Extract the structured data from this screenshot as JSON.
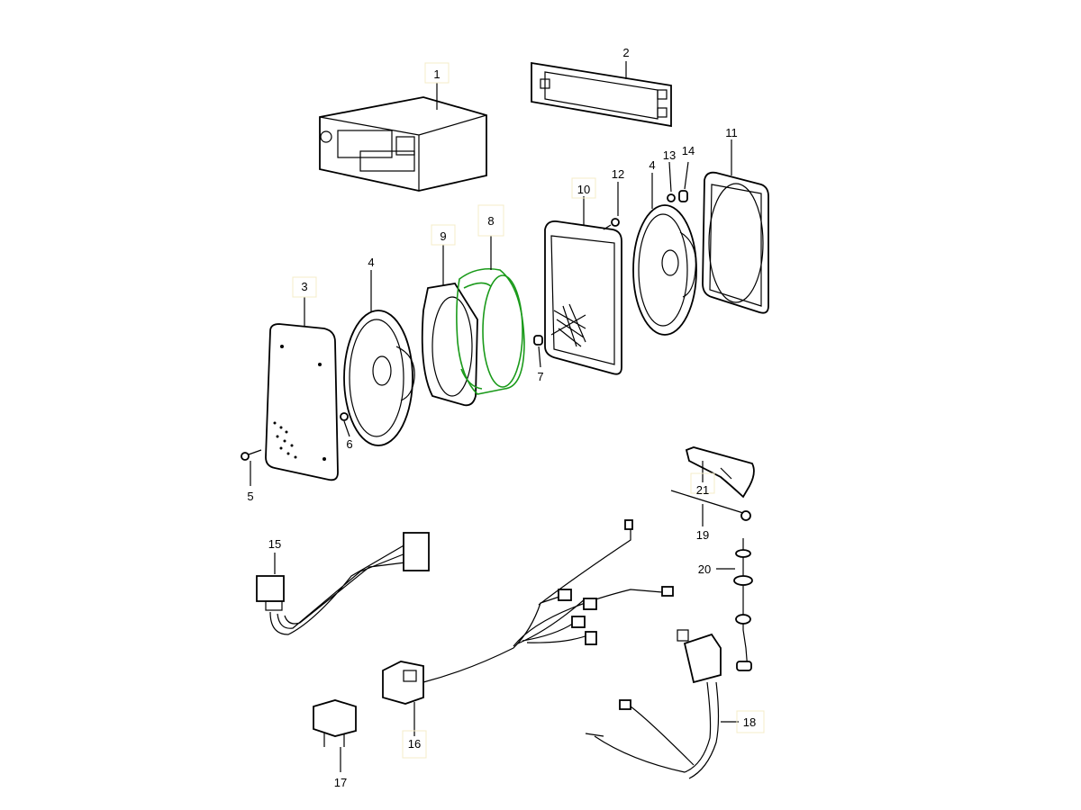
{
  "diagram": {
    "highlight_color": "#1a9a1a",
    "highlighted_part": "8",
    "callouts": {
      "p1": "1",
      "p2": "2",
      "p3": "3",
      "p4a": "4",
      "p5": "5",
      "p6": "6",
      "p7": "7",
      "p8": "8",
      "p9": "9",
      "p10": "10",
      "p11": "11",
      "p12": "12",
      "p4b": "4",
      "p13": "13",
      "p14": "14",
      "p15": "15",
      "p16": "16",
      "p17": "17",
      "p18": "18",
      "p19": "19",
      "p20": "20",
      "p21": "21"
    }
  }
}
